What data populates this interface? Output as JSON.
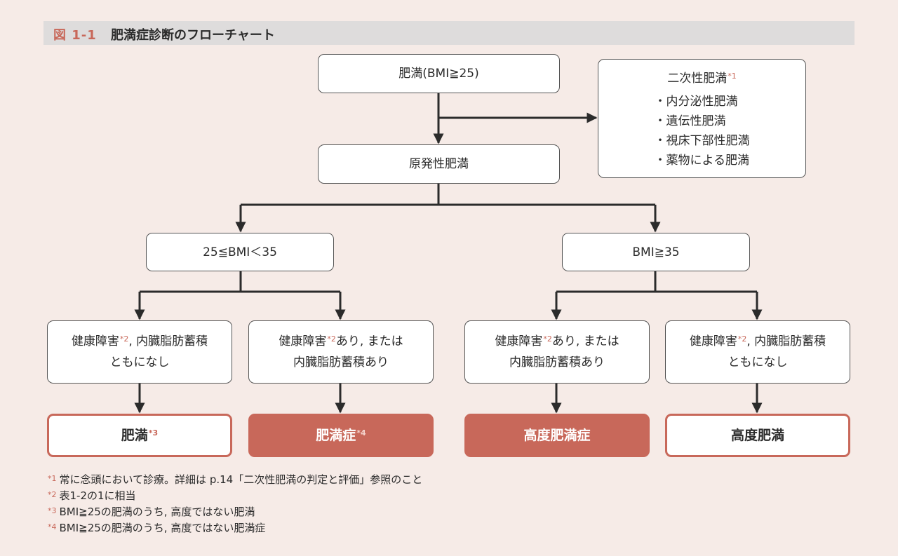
{
  "title": {
    "number": "図 1-1",
    "text": "肥満症診断のフローチャート"
  },
  "nodes": {
    "top": {
      "label": "肥満(BMI≧25)"
    },
    "secondary": {
      "label": "二次性肥満",
      "note": "*1",
      "items": [
        "内分泌性肥満",
        "遺伝性肥満",
        "視床下部性肥満",
        "薬物による肥満"
      ]
    },
    "primary": {
      "label": "原発性肥満"
    },
    "bmi_mid": {
      "label": "25≦BMI＜35"
    },
    "bmi_high": {
      "label": "BMI≧35"
    },
    "c1": {
      "line1_a": "健康障害",
      "note": "*2",
      "line1_b": ", 内臓脂肪蓄積",
      "line2": "ともになし"
    },
    "c2": {
      "line1_a": "健康障害",
      "note": "*2",
      "line1_b": "あり, または",
      "line2": "内臓脂肪蓄積あり"
    },
    "c3": {
      "line1_a": "健康障害",
      "note": "*2",
      "line1_b": "あり, または",
      "line2": "内臓脂肪蓄積あり"
    },
    "c4": {
      "line1_a": "健康障害",
      "note": "*2",
      "line1_b": ", 内臓脂肪蓄積",
      "line2": "ともになし"
    },
    "r1": {
      "label": "肥満",
      "note": "*3"
    },
    "r2": {
      "label": "肥満症",
      "note": "*4"
    },
    "r3": {
      "label": "高度肥満症"
    },
    "r4": {
      "label": "高度肥満"
    }
  },
  "footnotes": [
    {
      "mark": "*1",
      "text": "常に念頭において診療。詳細は p.14「二次性肥満の判定と評価」参照のこと"
    },
    {
      "mark": "*2",
      "text": "表1-2の1に相当"
    },
    {
      "mark": "*3",
      "text": "BMI≧25の肥満のうち, 高度ではない肥満"
    },
    {
      "mark": "*4",
      "text": "BMI≧25の肥満のうち, 高度ではない肥満症"
    }
  ],
  "colors": {
    "accent": "#c8685a",
    "background": "#f6ebe7",
    "line": "#2b2b2b"
  }
}
